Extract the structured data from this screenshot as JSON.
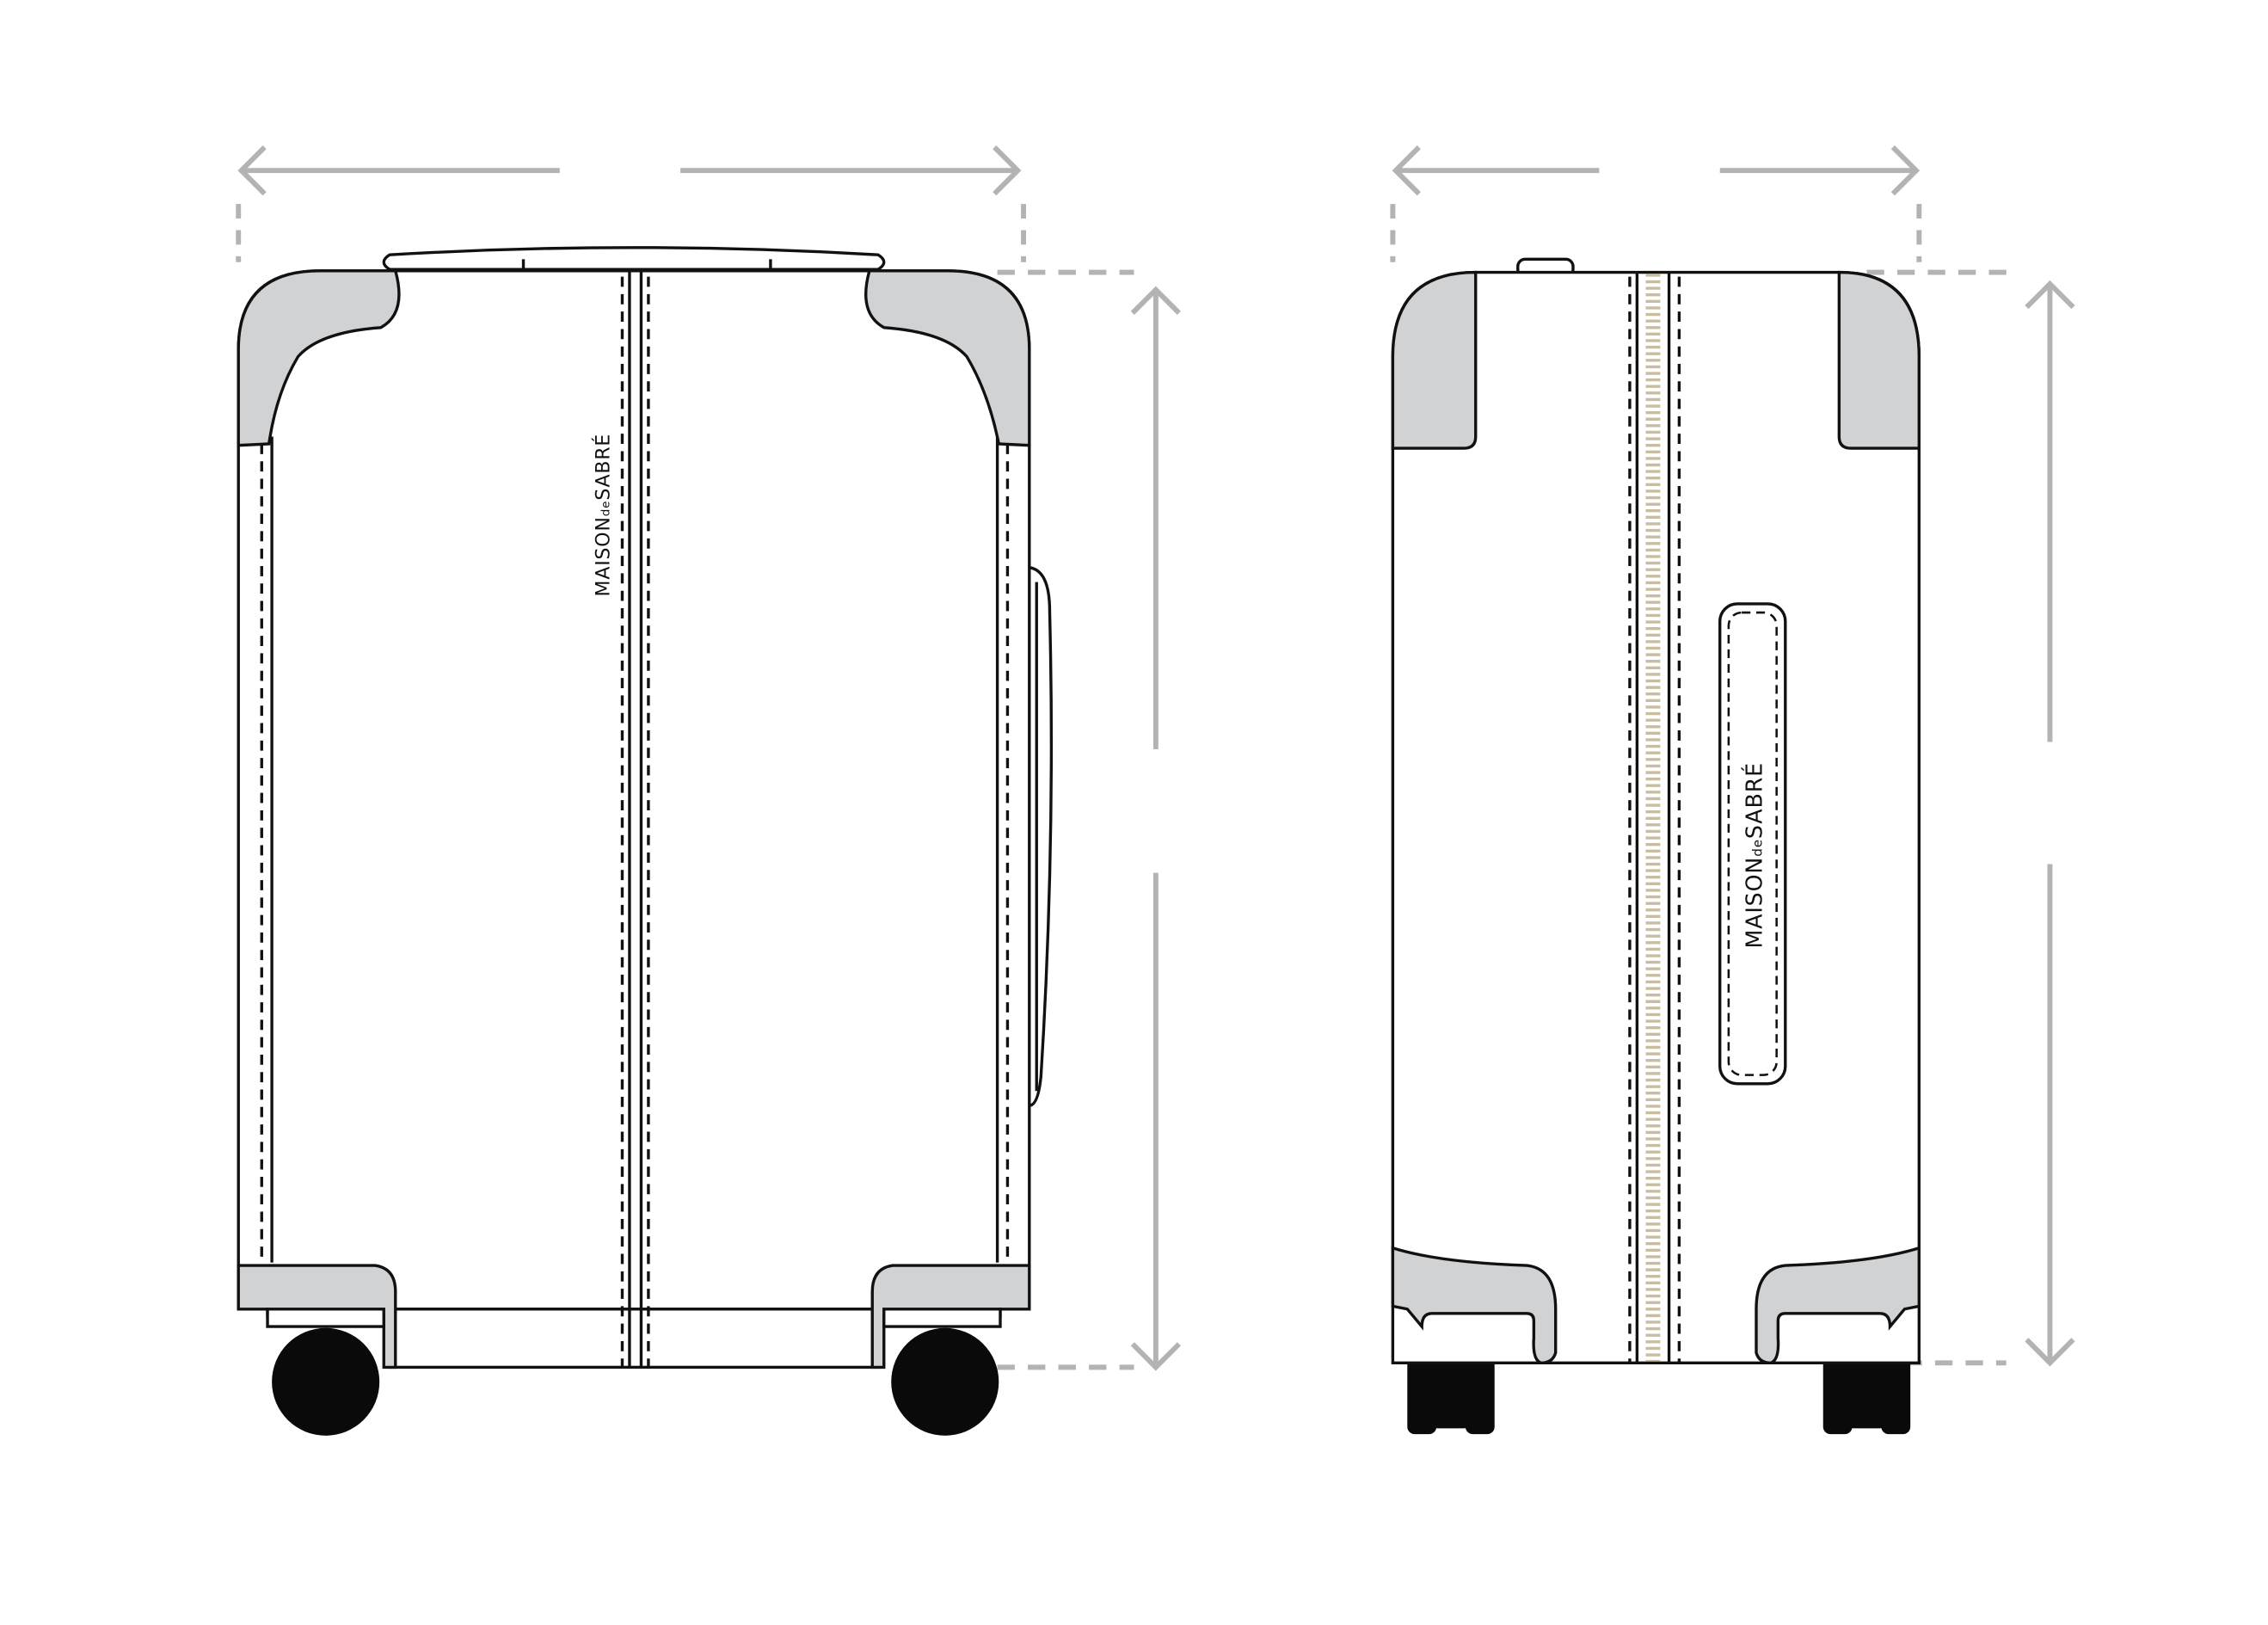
{
  "brand": {
    "part1": "MAISON",
    "part2": "de",
    "part3": "SABRÉ"
  },
  "views": [
    {
      "name": "front",
      "logo_orientation": "vertical"
    },
    {
      "name": "side",
      "logo_orientation": "vertical"
    }
  ],
  "colors": {
    "outline": "#111111",
    "trim": "#d1d2d4",
    "dimension": "#b3b3b3",
    "zipper": "#c9bca0",
    "wheel": "#0a0a0a"
  }
}
